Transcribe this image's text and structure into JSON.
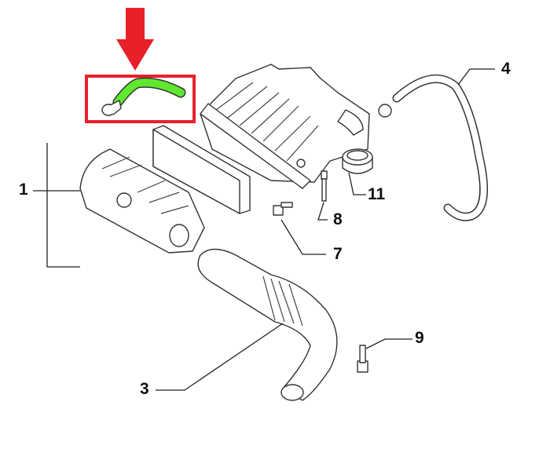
{
  "diagram": {
    "highlight_color": "#e8202a",
    "hose_color": "#5fe830",
    "callouts": [
      {
        "id": "1",
        "label": "1",
        "part": "air-filter-lower-housing"
      },
      {
        "id": "3",
        "label": "3",
        "part": "intake-duct"
      },
      {
        "id": "4",
        "label": "4",
        "part": "breather-hose"
      },
      {
        "id": "7",
        "label": "7",
        "part": "bolt"
      },
      {
        "id": "8",
        "label": "8",
        "part": "screw"
      },
      {
        "id": "9",
        "label": "9",
        "part": "bolt"
      },
      {
        "id": "11",
        "label": "11",
        "part": "grommet"
      }
    ]
  }
}
